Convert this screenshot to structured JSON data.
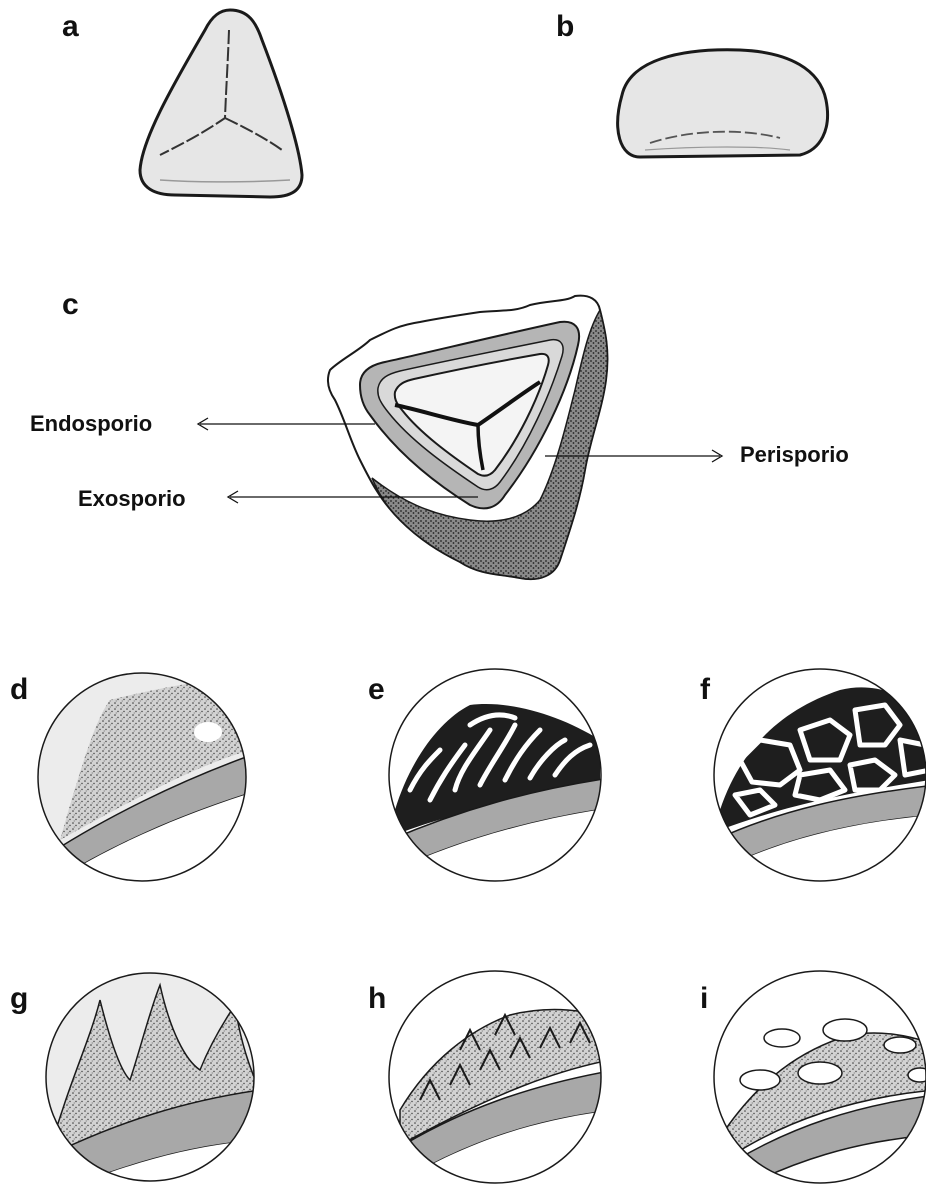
{
  "panels": {
    "a": "a",
    "b": "b",
    "c": "c",
    "d": "d",
    "e": "e",
    "f": "f",
    "g": "g",
    "h": "h",
    "i": "i"
  },
  "labels": {
    "endosporio": "Endosporio",
    "exosporio": "Exosporio",
    "perisporio": "Perisporio"
  },
  "colors": {
    "outline": "#1a1a1a",
    "wall": "#a8a8a8",
    "spore_fill": "#e4e4e4",
    "dark_ornament": "#1e1e1e",
    "stipple": "#444444"
  }
}
